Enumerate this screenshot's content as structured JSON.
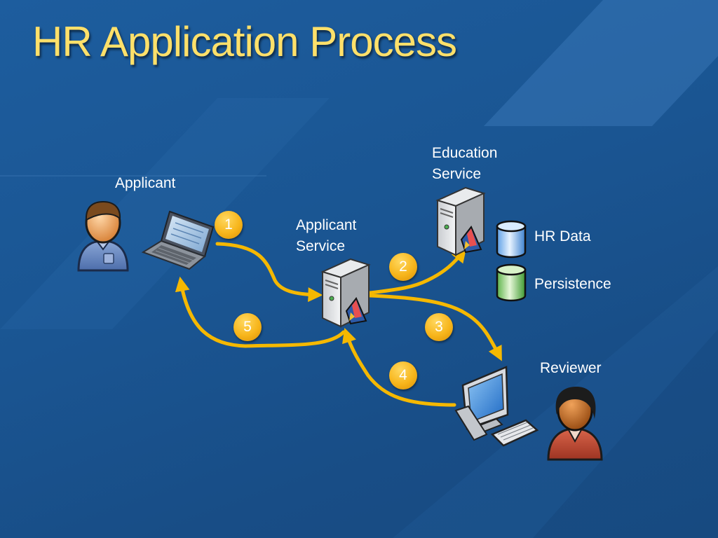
{
  "slide": {
    "title": "HR Application Process"
  },
  "nodes": {
    "applicant": "Applicant",
    "applicant_service_line1": "Applicant",
    "applicant_service_line2": "Service",
    "education_service_line1": "Education",
    "education_service_line2": "Service",
    "hr_data": "HR Data",
    "persistence": "Persistence",
    "reviewer": "Reviewer"
  },
  "steps": [
    "1",
    "2",
    "3",
    "4",
    "5"
  ],
  "colors": {
    "title": "#ffe06a",
    "arrow": "#f5b800",
    "badge": "#f7b51b",
    "background": "#1b5594"
  },
  "icons": {
    "applicant_person": "person-icon",
    "applicant_laptop": "laptop-icon",
    "applicant_service_server": "server-icon",
    "education_service_server": "server-icon",
    "hr_data_store": "database-icon",
    "persistence_store": "database-icon",
    "reviewer_computer": "desktop-computer-icon",
    "reviewer_person": "person-icon"
  }
}
